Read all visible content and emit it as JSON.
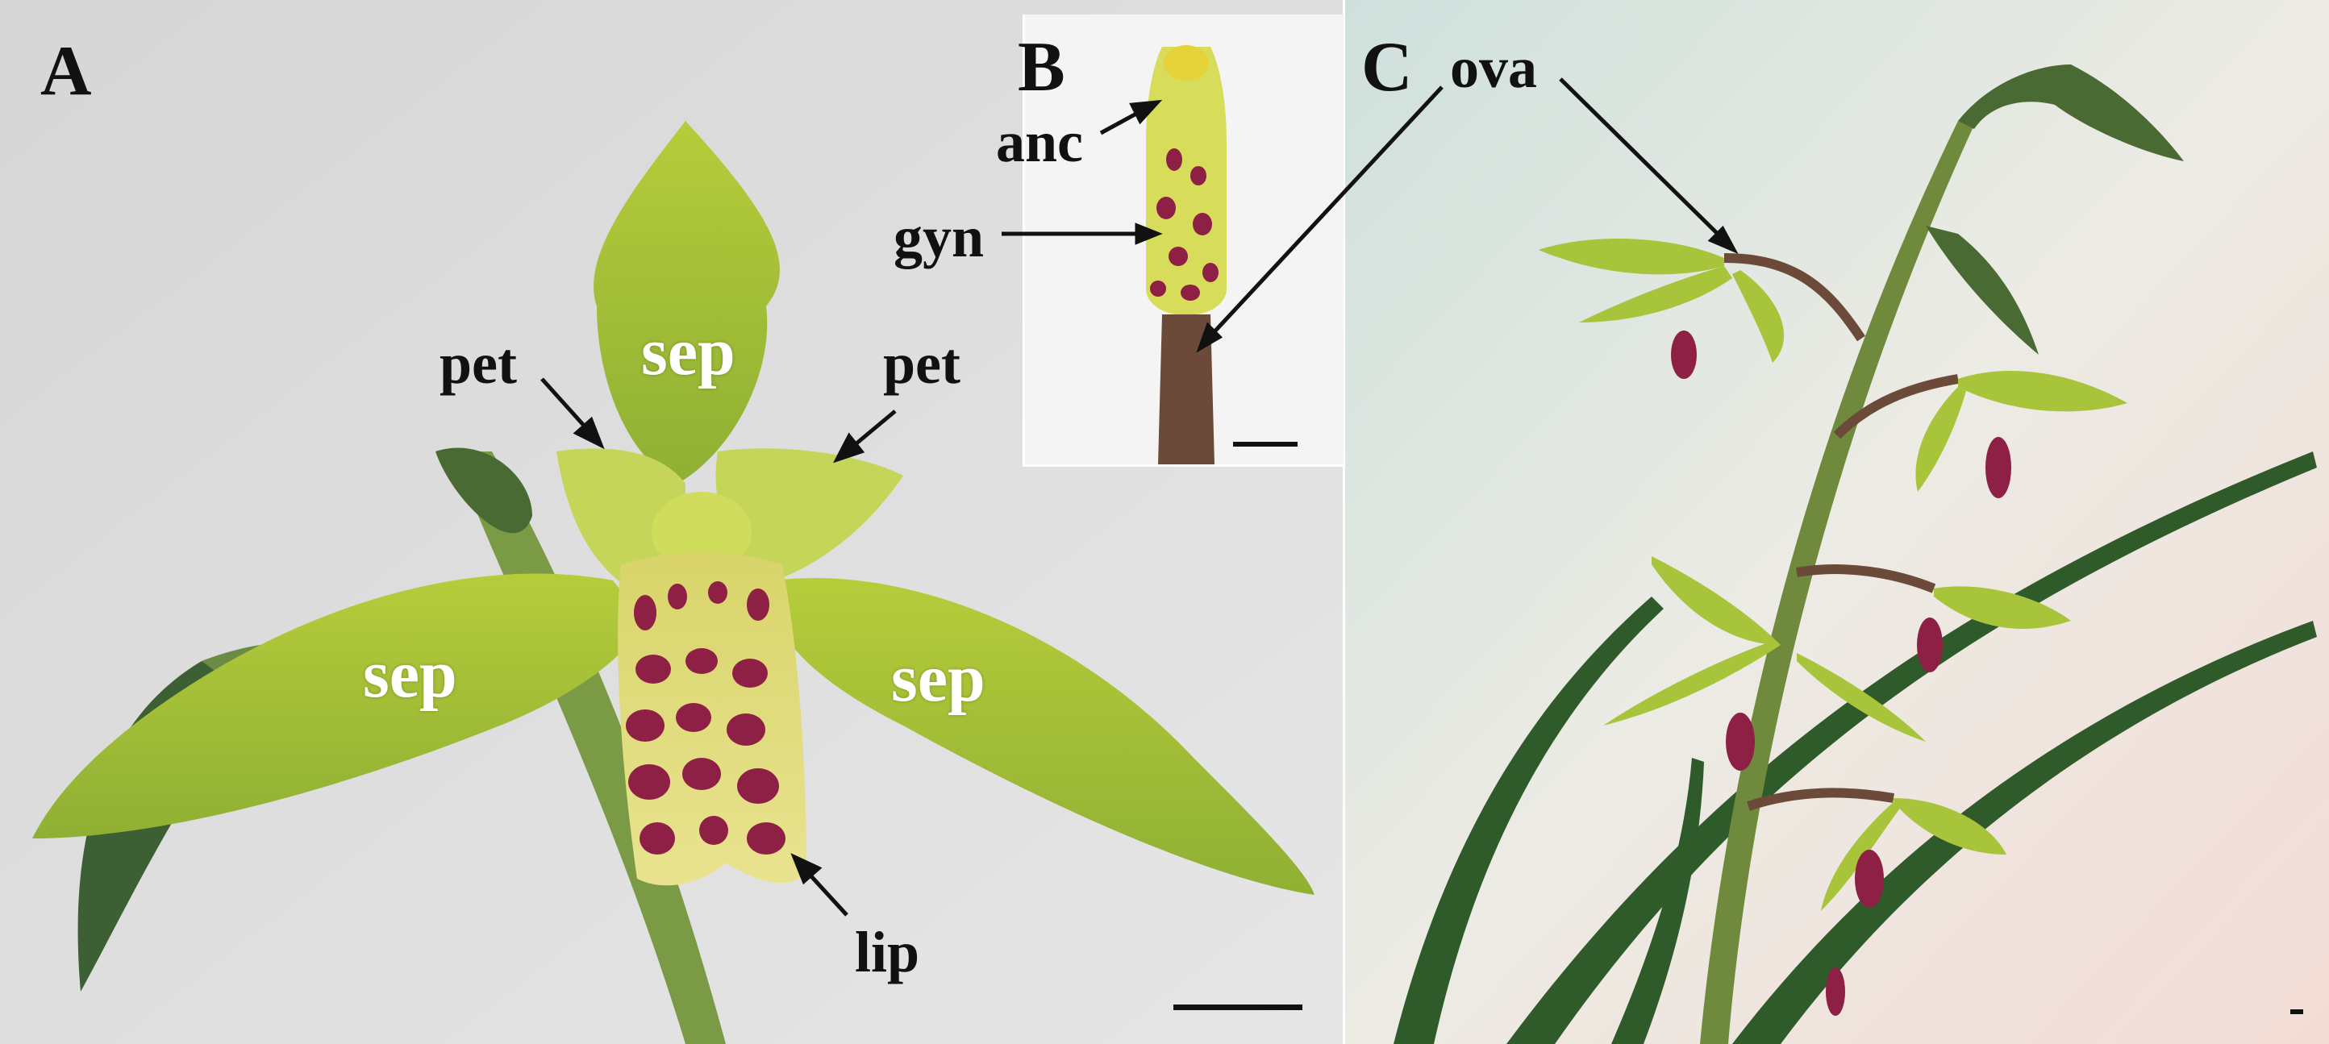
{
  "figure": {
    "panels": [
      {
        "letter": "A",
        "labels": {
          "sep_top": "sep",
          "sep_left": "sep",
          "sep_right": "sep",
          "pet_left": "pet",
          "pet_right": "pet",
          "lip": "lip"
        },
        "scale_bar": true
      },
      {
        "letter": "B",
        "labels": {
          "anc": "anc",
          "gyn": "gyn"
        },
        "scale_bar": true
      },
      {
        "letter": "C",
        "labels": {
          "ova": "ova"
        },
        "scale_bar": true
      }
    ],
    "colors": {
      "background": "#dcdcdc",
      "sepal_green": "#a8c43a",
      "lip_spots": "#8e1f45",
      "lip_base": "#e8e480",
      "stem": "#6f8a3c",
      "leaf_dark": "#2f5a2a",
      "pedicel_brown": "#6b4a3a",
      "arrow": "#111111"
    }
  }
}
